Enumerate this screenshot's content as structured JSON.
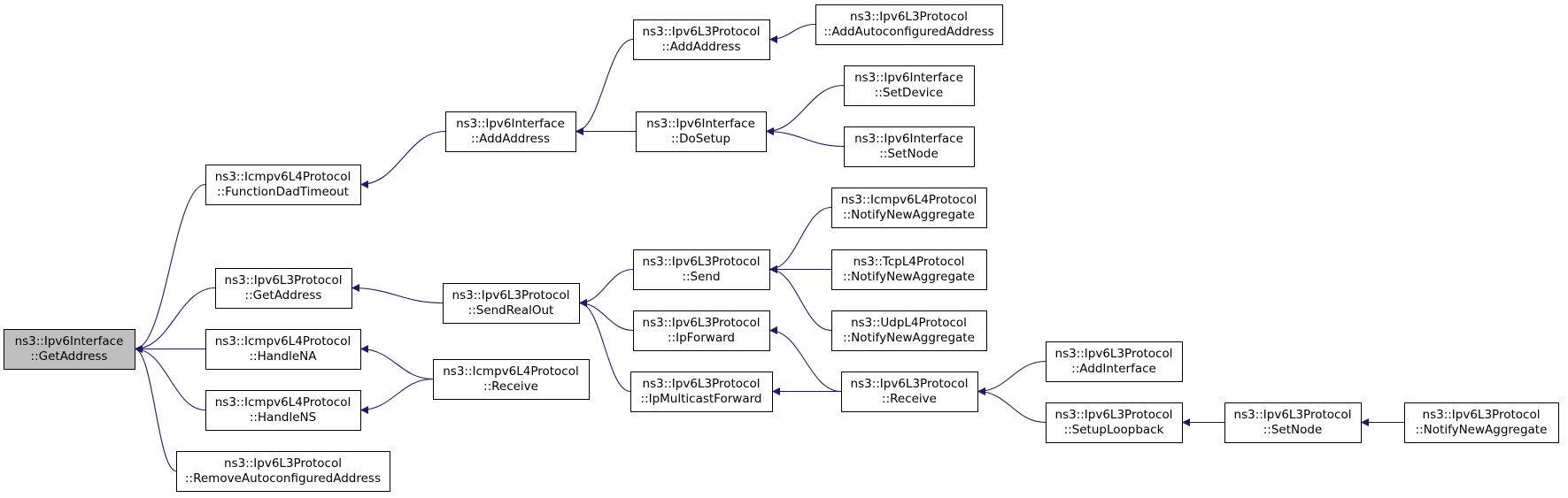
{
  "diagram": {
    "type": "call-graph",
    "edge_color": "#191970",
    "root_fill": "#bfbfbf",
    "arrow_direction": "arrowheads point toward the called function (left)",
    "nodes": {
      "root": [
        "ns3::Ipv6Interface",
        "::GetAddress"
      ],
      "icmp_fdt": [
        "ns3::Icmpv6L4Protocol",
        "::FunctionDadTimeout"
      ],
      "l3_getaddr": [
        "ns3::Ipv6L3Protocol",
        "::GetAddress"
      ],
      "icmp_hna": [
        "ns3::Icmpv6L4Protocol",
        "::HandleNA"
      ],
      "icmp_hns": [
        "ns3::Icmpv6L4Protocol",
        "::HandleNS"
      ],
      "l3_removeauto": [
        "ns3::Ipv6L3Protocol",
        "::RemoveAutoconfiguredAddress"
      ],
      "if_addaddr": [
        "ns3::Ipv6Interface",
        "::AddAddress"
      ],
      "l3_sendrealout": [
        "ns3::Ipv6L3Protocol",
        "::SendRealOut"
      ],
      "icmp_receive": [
        "ns3::Icmpv6L4Protocol",
        "::Receive"
      ],
      "l3_addaddr": [
        "ns3::Ipv6L3Protocol",
        "::AddAddress"
      ],
      "if_dosetup": [
        "ns3::Ipv6Interface",
        "::DoSetup"
      ],
      "l3_send": [
        "ns3::Ipv6L3Protocol",
        "::Send"
      ],
      "l3_ipforward": [
        "ns3::Ipv6L3Protocol",
        "::IpForward"
      ],
      "l3_ipmcast": [
        "ns3::Ipv6L3Protocol",
        "::IpMulticastForward"
      ],
      "l3_addautoaddr": [
        "ns3::Ipv6L3Protocol",
        "::AddAutoconfiguredAddress"
      ],
      "if_setdevice": [
        "ns3::Ipv6Interface",
        "::SetDevice"
      ],
      "if_setnode": [
        "ns3::Ipv6Interface",
        "::SetNode"
      ],
      "icmp_notify": [
        "ns3::Icmpv6L4Protocol",
        "::NotifyNewAggregate"
      ],
      "tcp_notify": [
        "ns3::TcpL4Protocol",
        "::NotifyNewAggregate"
      ],
      "udp_notify": [
        "ns3::UdpL4Protocol",
        "::NotifyNewAggregate"
      ],
      "l3_receive": [
        "ns3::Ipv6L3Protocol",
        "::Receive"
      ],
      "l3_addiface": [
        "ns3::Ipv6L3Protocol",
        "::AddInterface"
      ],
      "l3_setuploop": [
        "ns3::Ipv6L3Protocol",
        "::SetupLoopback"
      ],
      "l3_setnode": [
        "ns3::Ipv6L3Protocol",
        "::SetNode"
      ],
      "l3_notify": [
        "ns3::Ipv6L3Protocol",
        "::NotifyNewAggregate"
      ]
    },
    "edges": [
      [
        "icmp_fdt",
        "root"
      ],
      [
        "l3_getaddr",
        "root"
      ],
      [
        "icmp_hna",
        "root"
      ],
      [
        "icmp_hns",
        "root"
      ],
      [
        "l3_removeauto",
        "root"
      ],
      [
        "if_addaddr",
        "icmp_fdt"
      ],
      [
        "l3_sendrealout",
        "l3_getaddr"
      ],
      [
        "icmp_receive",
        "icmp_hna"
      ],
      [
        "icmp_receive",
        "icmp_hns"
      ],
      [
        "l3_addaddr",
        "if_addaddr"
      ],
      [
        "if_dosetup",
        "if_addaddr"
      ],
      [
        "l3_send",
        "l3_sendrealout"
      ],
      [
        "l3_ipforward",
        "l3_sendrealout"
      ],
      [
        "l3_ipmcast",
        "l3_sendrealout"
      ],
      [
        "l3_addautoaddr",
        "l3_addaddr"
      ],
      [
        "if_setdevice",
        "if_dosetup"
      ],
      [
        "if_setnode",
        "if_dosetup"
      ],
      [
        "icmp_notify",
        "l3_send"
      ],
      [
        "tcp_notify",
        "l3_send"
      ],
      [
        "udp_notify",
        "l3_send"
      ],
      [
        "l3_receive",
        "l3_ipforward"
      ],
      [
        "l3_receive",
        "l3_ipmcast"
      ],
      [
        "l3_addiface",
        "l3_receive"
      ],
      [
        "l3_setuploop",
        "l3_receive"
      ],
      [
        "l3_setnode",
        "l3_setuploop"
      ],
      [
        "l3_notify",
        "l3_setnode"
      ]
    ]
  }
}
